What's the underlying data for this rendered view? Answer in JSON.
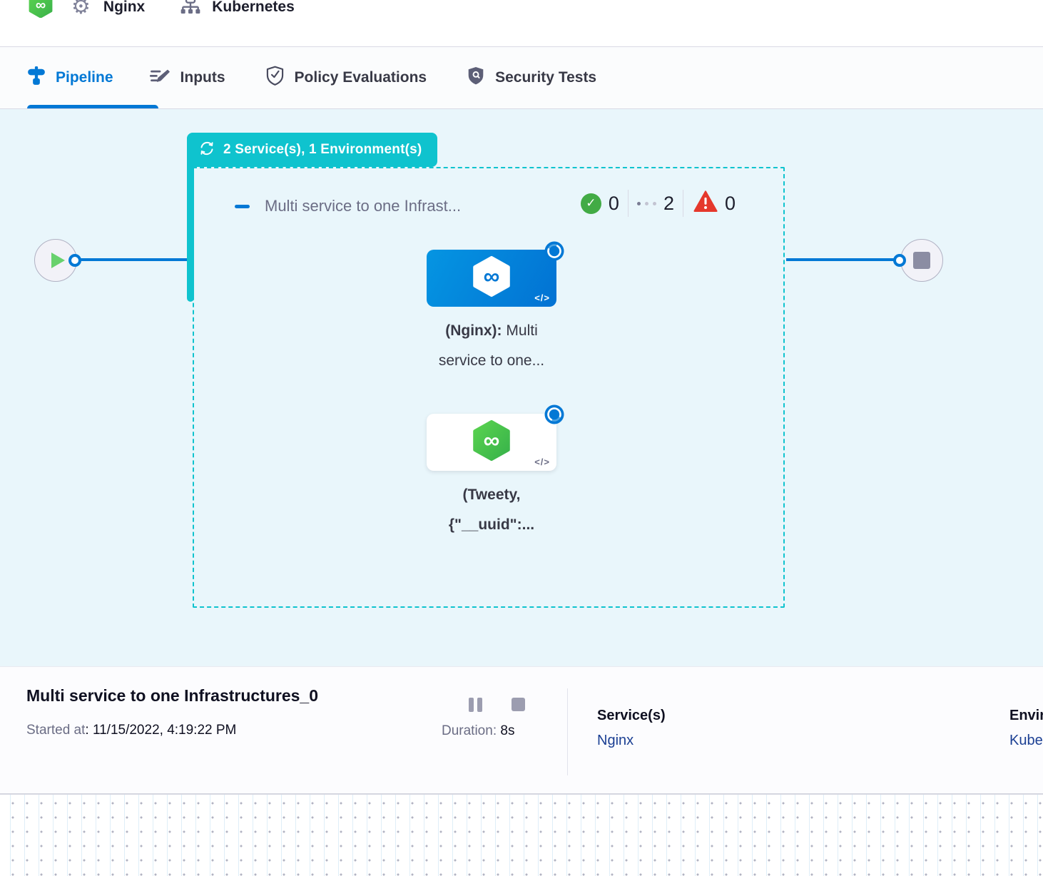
{
  "header": {
    "pipeline_name": "Nginx",
    "environment_name": "Kubernetes"
  },
  "tabs": {
    "pipeline": "Pipeline",
    "inputs": "Inputs",
    "policy": "Policy Evaluations",
    "security": "Security Tests"
  },
  "stage": {
    "badge": "2 Service(s), 1 Environment(s)",
    "title": "Multi service to one Infrast...",
    "counts": {
      "success": "0",
      "running": "2",
      "failed": "0"
    },
    "node1": {
      "bold": "(Nginx):",
      "rest": " Multi",
      "line2": "service to one...",
      "code": "</>"
    },
    "node2": {
      "line1": "(Tweety,",
      "line2": "{\"__uuid\":...",
      "code": "</>"
    }
  },
  "footer": {
    "title": "Multi service to one Infrastructures_0",
    "started_label": "Started at",
    "started_value": ": 11/15/2022, 4:19:22 PM",
    "duration_label": "Duration:",
    "duration_value": "8s",
    "services_label": "Service(s)",
    "services_value": "Nginx",
    "environments_label": "Environment(s)",
    "environments_value": "Kubernetes"
  },
  "colors": {
    "accent_blue": "#0278d5",
    "teal": "#0fc3ce",
    "canvas_bg": "#e9f6fb",
    "success_green": "#42ab45",
    "error_red": "#e5382c",
    "link_navy": "#1b3f93"
  }
}
